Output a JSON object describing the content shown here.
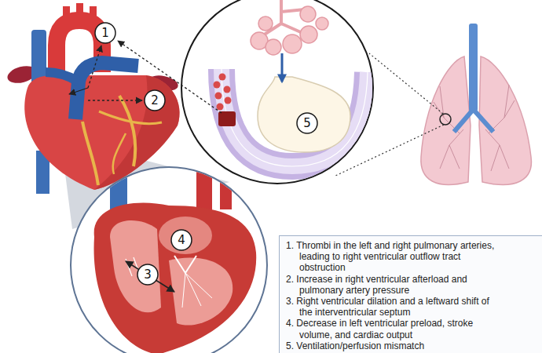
{
  "diagram": {
    "nodes": [
      {
        "text": [
          "1"
        ]
      },
      {
        "text": [
          "2"
        ]
      },
      {
        "text": [
          "3"
        ]
      },
      {
        "text": [
          "4"
        ]
      },
      {
        "text": [
          "5"
        ]
      },
      {
        "text": [
          "1. Thrombi in the left and right pulmonary arteries, leading to right ventricular outflow tract obstruction",
          "2. Increase in right ventricular afterload and pulmonary artery pressure",
          "3. Right ventricular dilation and a leftward shift of the interventricular septum",
          "4. Decrease in left ventricular preload, stroke volume, and cardiac output",
          "5. Ventilation/perfusion mismatch"
        ]
      }
    ]
  }
}
